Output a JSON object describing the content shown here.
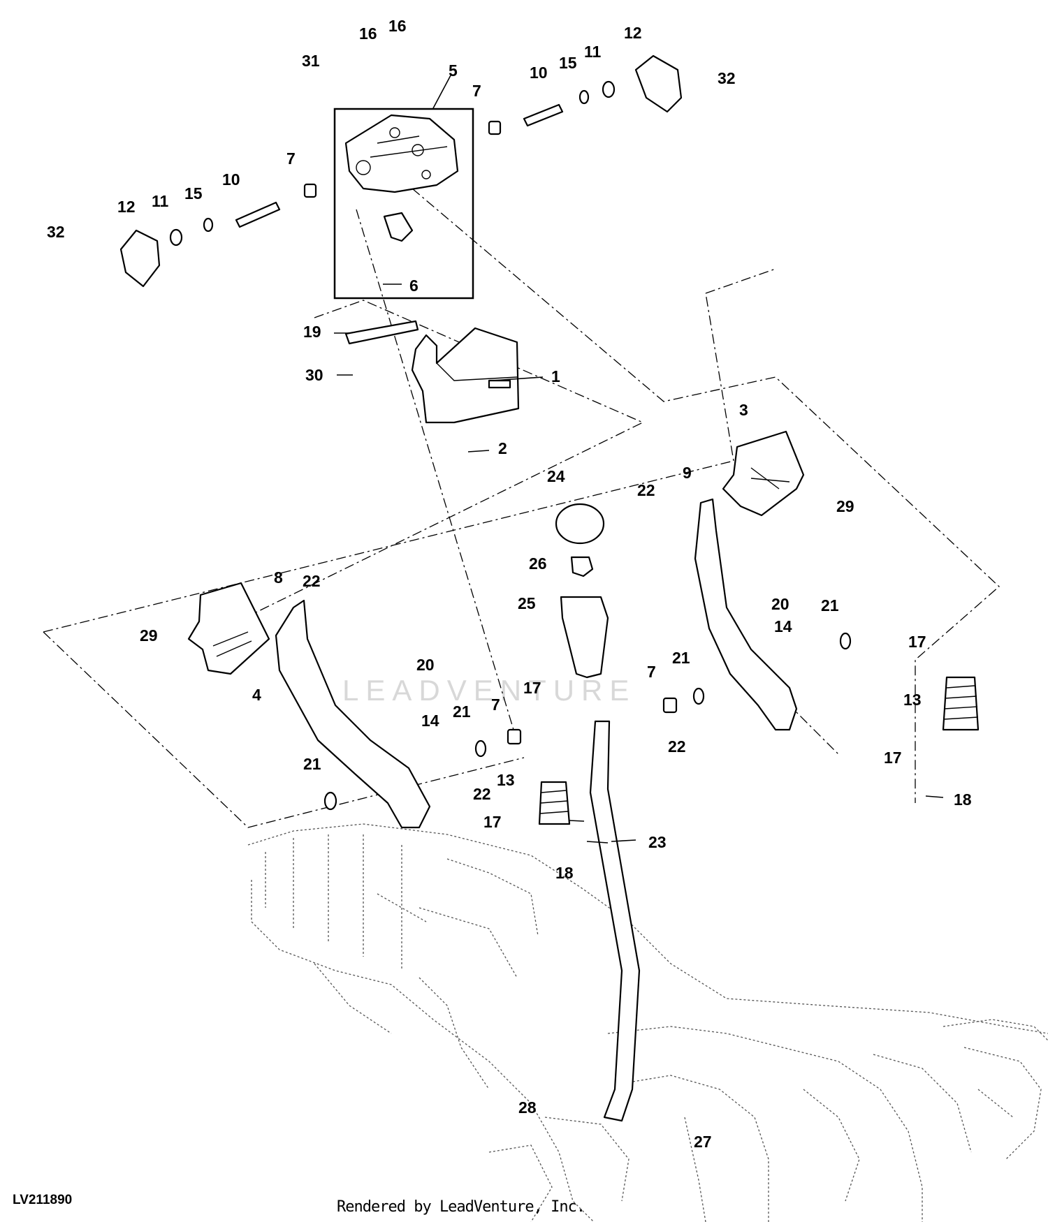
{
  "diagram": {
    "code": "LV211890",
    "credit": "Rendered by LeadVenture, Inc.",
    "watermark": "LEADVENTURE",
    "callouts": [
      {
        "id": "c1",
        "label": "1"
      },
      {
        "id": "c2",
        "label": "2"
      },
      {
        "id": "c3",
        "label": "3"
      },
      {
        "id": "c4",
        "label": "4"
      },
      {
        "id": "c5",
        "label": "5"
      },
      {
        "id": "c6",
        "label": "6"
      },
      {
        "id": "c7a",
        "label": "7"
      },
      {
        "id": "c7b",
        "label": "7"
      },
      {
        "id": "c7c",
        "label": "7"
      },
      {
        "id": "c7d",
        "label": "7"
      },
      {
        "id": "c8",
        "label": "8"
      },
      {
        "id": "c9",
        "label": "9"
      },
      {
        "id": "c10a",
        "label": "10"
      },
      {
        "id": "c10b",
        "label": "10"
      },
      {
        "id": "c11a",
        "label": "11"
      },
      {
        "id": "c11b",
        "label": "11"
      },
      {
        "id": "c12a",
        "label": "12"
      },
      {
        "id": "c12b",
        "label": "12"
      },
      {
        "id": "c13a",
        "label": "13"
      },
      {
        "id": "c13b",
        "label": "13"
      },
      {
        "id": "c14a",
        "label": "14"
      },
      {
        "id": "c14b",
        "label": "14"
      },
      {
        "id": "c15a",
        "label": "15"
      },
      {
        "id": "c15b",
        "label": "15"
      },
      {
        "id": "c16a",
        "label": "16"
      },
      {
        "id": "c16b",
        "label": "16"
      },
      {
        "id": "c17a",
        "label": "17"
      },
      {
        "id": "c17b",
        "label": "17"
      },
      {
        "id": "c17c",
        "label": "17"
      },
      {
        "id": "c17d",
        "label": "17"
      },
      {
        "id": "c18a",
        "label": "18"
      },
      {
        "id": "c18b",
        "label": "18"
      },
      {
        "id": "c19",
        "label": "19"
      },
      {
        "id": "c20a",
        "label": "20"
      },
      {
        "id": "c20b",
        "label": "20"
      },
      {
        "id": "c21a",
        "label": "21"
      },
      {
        "id": "c21b",
        "label": "21"
      },
      {
        "id": "c21c",
        "label": "21"
      },
      {
        "id": "c21d",
        "label": "21"
      },
      {
        "id": "c22a",
        "label": "22"
      },
      {
        "id": "c22b",
        "label": "22"
      },
      {
        "id": "c22c",
        "label": "22"
      },
      {
        "id": "c22d",
        "label": "22"
      },
      {
        "id": "c23",
        "label": "23"
      },
      {
        "id": "c24",
        "label": "24"
      },
      {
        "id": "c25",
        "label": "25"
      },
      {
        "id": "c26",
        "label": "26"
      },
      {
        "id": "c27",
        "label": "27"
      },
      {
        "id": "c28",
        "label": "28"
      },
      {
        "id": "c29a",
        "label": "29"
      },
      {
        "id": "c29b",
        "label": "29"
      },
      {
        "id": "c30",
        "label": "30"
      },
      {
        "id": "c31",
        "label": "31"
      },
      {
        "id": "c32a",
        "label": "32"
      },
      {
        "id": "c32b",
        "label": "32"
      }
    ]
  }
}
